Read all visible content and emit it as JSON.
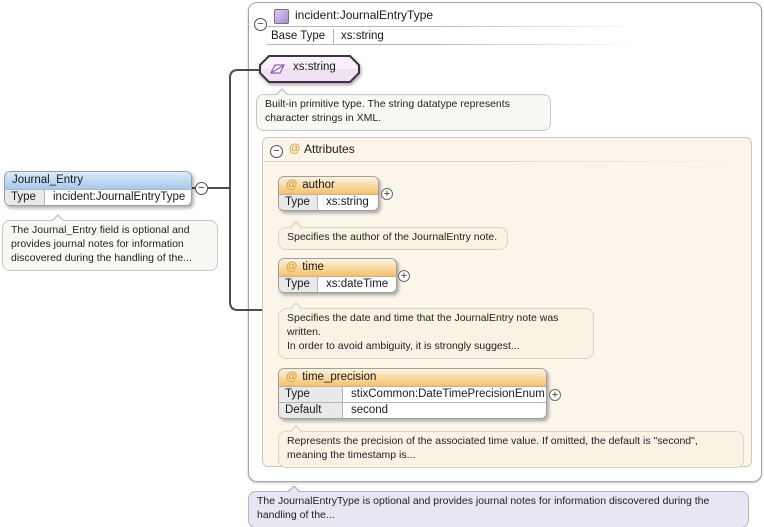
{
  "element": {
    "title": "Journal_Entry",
    "type_label": "Type",
    "type_value": "incident:JournalEntryType",
    "description": "The Journal_Entry field is optional and provides journal notes for information discovered during the handling of the..."
  },
  "container": {
    "title": "incident:JournalEntryType",
    "base_type_label": "Base Type",
    "base_type_value": "xs:string"
  },
  "base_type_box": {
    "label": "xs:string",
    "description": "Built-in primitive type. The string datatype represents character strings in XML."
  },
  "attributes_section": {
    "at_symbol": "@",
    "title": "Attributes",
    "attributes": [
      {
        "name": "author",
        "type_label": "Type",
        "type_value": "xs:string",
        "description": "Specifies the author of the JournalEntry note."
      },
      {
        "name": "time",
        "type_label": "Type",
        "type_value": "xs:dateTime",
        "description": "Specifies the date and time that the JournalEntry note was written.\nIn order to avoid ambiguity, it is strongly suggest..."
      },
      {
        "name": "time_precision",
        "type_label": "Type",
        "type_value": "stixCommon:DateTimePrecisionEnum",
        "default_label": "Default",
        "default_value": "second",
        "description": "Represents the precision of the associated time value. If omitted, the default is \"second\", meaning the timestamp is..."
      }
    ]
  },
  "footer_note": "The JournalEntryType is optional and provides journal notes for information discovered during the handling of the...",
  "icons": {
    "collapse": "−",
    "expand": "+"
  },
  "colors": {
    "element_header_top": "#dcebf9",
    "element_header_bottom": "#a6c8ec",
    "attribute_header_top": "#fdf3da",
    "attribute_header_bottom": "#f5c16d",
    "at_symbol": "#dd9a33",
    "attributes_panel_bg": "#fcf6ea",
    "base_type_fill_top": "#f9f1fa",
    "base_type_fill_bottom": "#e2cbe9",
    "base_type_border": "#3d3348",
    "footer_note_bg": "#e9e5f3",
    "connector": "#4d4d4d"
  }
}
